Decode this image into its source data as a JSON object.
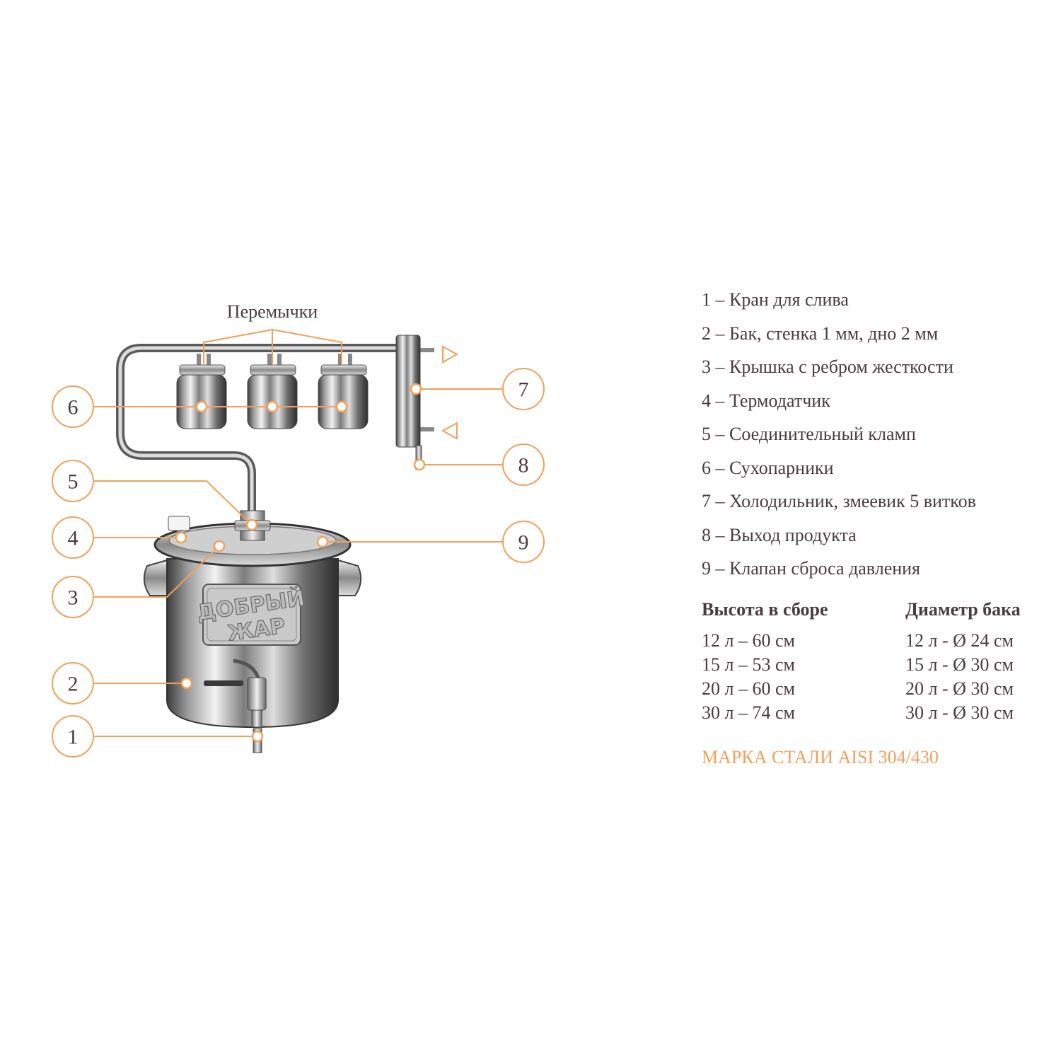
{
  "diagram": {
    "top_label": "Перемычки",
    "brand_line1": "ДОБРЫЙ",
    "brand_line2": "ЖАР",
    "callouts": [
      "1",
      "2",
      "3",
      "4",
      "5",
      "6",
      "7",
      "8",
      "9"
    ]
  },
  "legend": [
    "1 – Кран для слива",
    "2 – Бак, стенка 1 мм, дно 2 мм",
    "3 – Крышка с ребром жесткости",
    "4 – Термодатчик",
    "5 – Соединительный кламп",
    "6 – Сухопарники",
    "7 – Холодильник, змеевик 5 витков",
    "8 – Выход продукта",
    "9 – Клапан сброса давления"
  ],
  "specs": {
    "height_header": "Высота в сборе",
    "diameter_header": "Диаметр бака",
    "heights": [
      "12 л – 60 см",
      "15 л – 53 см",
      "20 л – 60 см",
      "30 л – 74 см"
    ],
    "diameters": [
      "12 л - Ø 24 см",
      "15 л - Ø 30 см",
      "20 л - Ø 30 см",
      "30 л - Ø 30 см"
    ]
  },
  "steel_note": "МАРКА СТАЛИ AISI 304/430",
  "colors": {
    "accent": "#f0a15c",
    "text": "#4a3b3e",
    "steel": "#b8b8b8"
  }
}
